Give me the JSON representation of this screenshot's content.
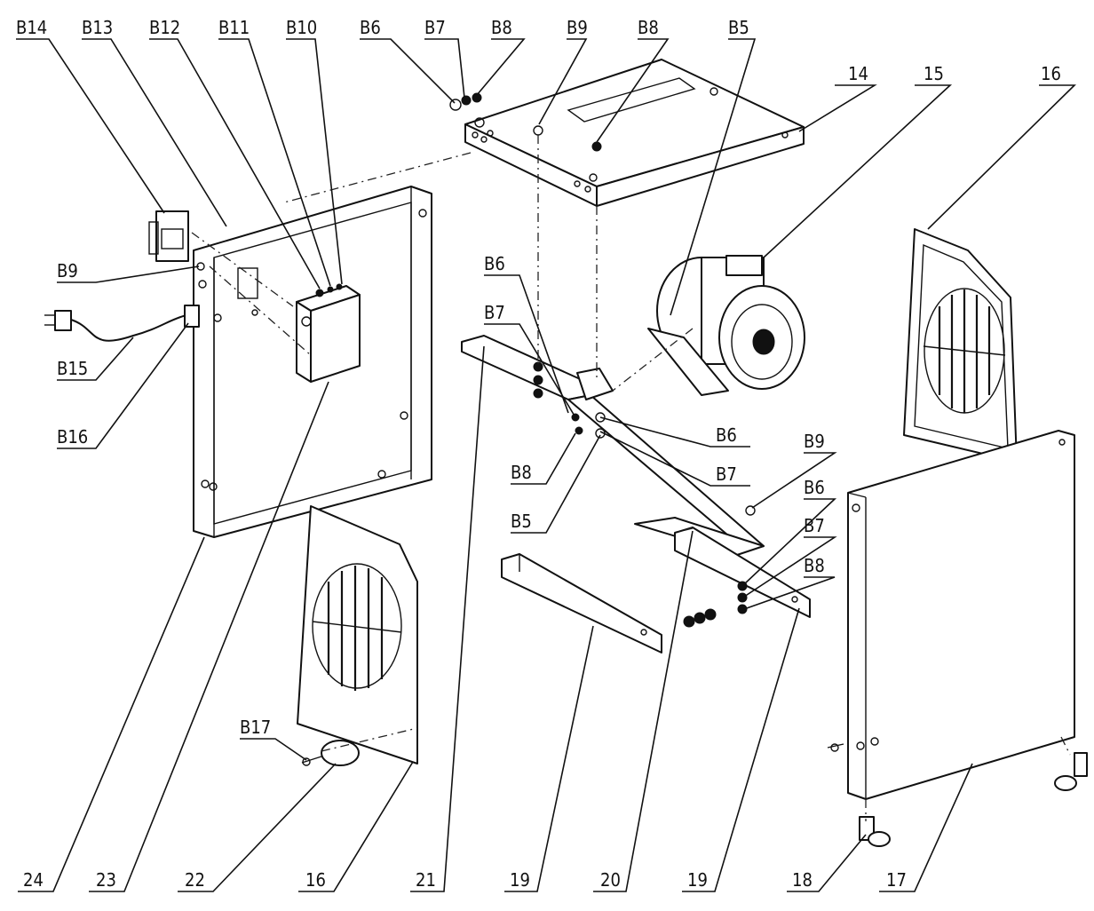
{
  "labels": {
    "b14": "B14",
    "b13": "B13",
    "b12": "B12",
    "b11": "B11",
    "b10": "B10",
    "b6_top": "B6",
    "b7_top": "B7",
    "b8_top": "B8",
    "b9_top": "B9",
    "b8_top2": "B8",
    "b5_top": "B5",
    "p14": "14",
    "p15": "15",
    "p16_right": "16",
    "b9_left": "B9",
    "b15": "B15",
    "b16": "B16",
    "b6_mid": "B6",
    "b7_mid": "B7",
    "b6_center": "B6",
    "b7_center": "B7",
    "b8_mid": "B8",
    "b5_mid": "B5",
    "b9_right": "B9",
    "b6_right": "B6",
    "b7_right": "B7",
    "b8_right": "B8",
    "b17": "B17",
    "p24": "24",
    "p23": "23",
    "p22": "22",
    "p16_bottom": "16",
    "p21": "21",
    "p19_a": "19",
    "p20": "20",
    "p19_b": "19",
    "p18": "18",
    "p17": "17"
  }
}
